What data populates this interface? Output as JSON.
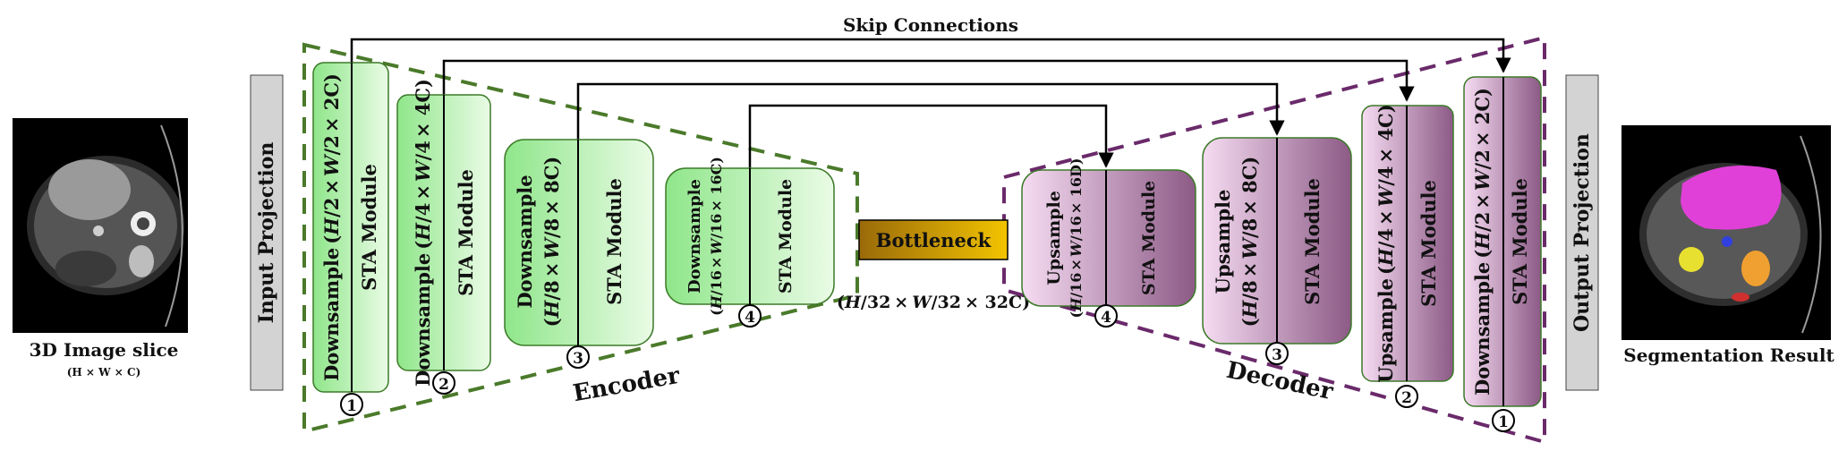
{
  "title": "Skip Connections",
  "input_image": {
    "label": "3D Image slice",
    "dims": "(H × W × C)"
  },
  "output_image": {
    "label": "Segmentation Result"
  },
  "input_projection": "Input Projection",
  "output_projection": "Output Projection",
  "encoder_label": "Encoder",
  "decoder_label": "Decoder",
  "bottleneck": {
    "label": "Bottleneck",
    "dims_prefix": "(",
    "dims_suffix": "× 32C)"
  },
  "sta_module": "STA Module",
  "encoder_stages": [
    {
      "num": "1",
      "op": "Downsample",
      "num_h": "H",
      "den_h": "2",
      "num_w": "W",
      "den_w": "2",
      "ch": "× 2C)"
    },
    {
      "num": "2",
      "op": "Downsample",
      "num_h": "H",
      "den_h": "4",
      "num_w": "W",
      "den_w": "4",
      "ch": "× 4C)"
    },
    {
      "num": "3",
      "op": "Downsample",
      "num_h": "H",
      "den_h": "8",
      "num_w": "W",
      "den_w": "8",
      "ch": "× 8C)"
    },
    {
      "num": "4",
      "op": "Downsample",
      "num_h": "H",
      "den_h": "16",
      "num_w": "W",
      "den_w": "16",
      "ch": "× 16C)"
    }
  ],
  "decoder_stages": [
    {
      "num": "4",
      "op": "Upsample",
      "num_h": "H",
      "den_h": "16",
      "num_w": "W",
      "den_w": "16",
      "ch": "× 16D)"
    },
    {
      "num": "3",
      "op": "Upsample",
      "num_h": "H",
      "den_h": "8",
      "num_w": "W",
      "den_w": "8",
      "ch": "× 8C)"
    },
    {
      "num": "2",
      "op": "Upsample",
      "num_h": "H",
      "den_h": "4",
      "num_w": "W",
      "den_w": "4",
      "ch": "× 4C)"
    },
    {
      "num": "1",
      "op": "Downsample",
      "num_h": "H",
      "den_h": "2",
      "num_w": "W",
      "den_w": "2",
      "ch": "× 2C)"
    }
  ],
  "bottleneck_fraction": {
    "num_h": "H",
    "den_h": "32",
    "num_w": "W",
    "den_w": "32"
  },
  "colors": {
    "encoder_dash": "#4a7a2a",
    "decoder_dash": "#6a2a6a",
    "encoder_box_light": "#eafbe6",
    "encoder_box_dark": "#8fe68a",
    "decoder_box_light": "#f3d9f0",
    "decoder_box_dark": "#8c5a86",
    "bottleneck_left": "#9a6a0a",
    "bottleneck_right": "#f2c400",
    "projection_fill": "#d3d3d3",
    "liver": "#e040d8",
    "spleen": "#e8e030",
    "kidney": "#f0a030"
  }
}
